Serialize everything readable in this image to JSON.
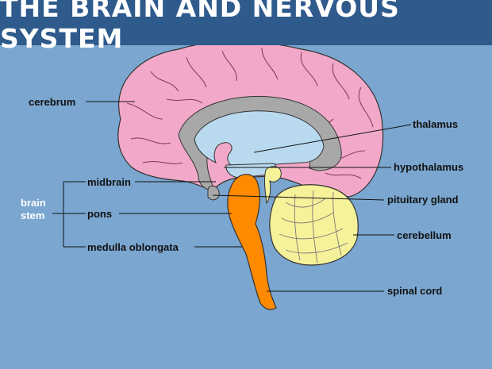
{
  "title": "The Brain and Nervous System",
  "labels": {
    "cerebrum": "cerebrum",
    "thalamus": "thalamus",
    "hypothalamus": "hypothalamus",
    "pituitary_gland": "pituitary gland",
    "cerebellum": "cerebellum",
    "spinal_cord": "spinal cord",
    "midbrain": "midbrain",
    "pons": "pons",
    "medulla_oblongata": "medulla oblongata",
    "brain_stem_line1": "brain",
    "brain_stem_line2": "stem"
  },
  "colors": {
    "background": "#7aa6cf",
    "title_bar": "#2f5a8c",
    "cerebrum": "#f2a9c9",
    "inner_gray": "#a8a8a8",
    "ventricle": "#b9d9ef",
    "brain_stem": "#ff8a00",
    "cerebellum": "#f6f29a"
  }
}
